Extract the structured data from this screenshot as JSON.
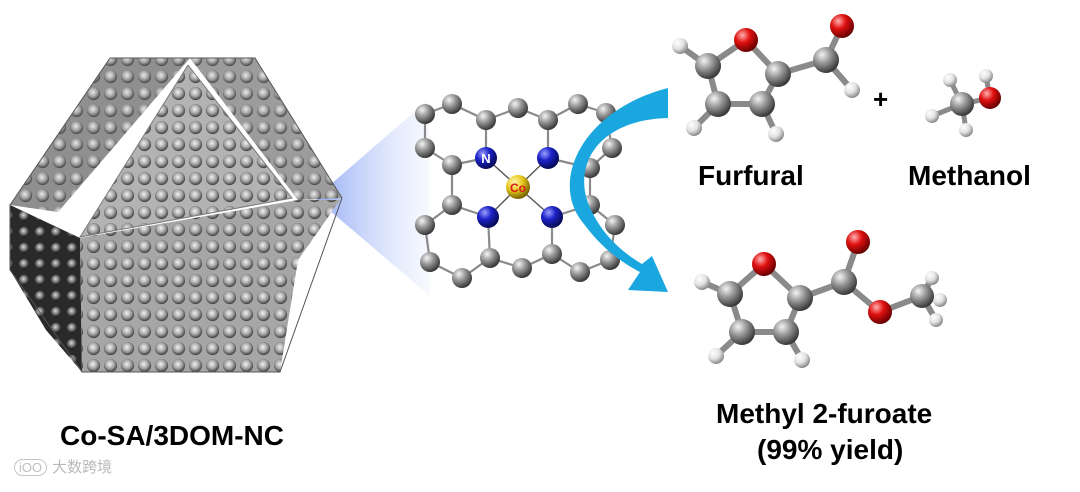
{
  "catalyst": {
    "label": "Co-SA/3DOM-NC"
  },
  "active_site": {
    "metal_label": "Co",
    "nitrogen_label": "N"
  },
  "reactants": {
    "furfural": "Furfural",
    "plus": "+",
    "methanol": "Methanol"
  },
  "product": {
    "name": "Methyl 2-furoate",
    "yield": "(99% yield)"
  },
  "watermark": {
    "logo": "iOO",
    "text": "大数跨境"
  },
  "colors": {
    "carbon": "#8a8a8a",
    "nitrogen": "#1c22c8",
    "oxygen": "#e01010",
    "hydrogen": "#e6e6e6",
    "cobalt": "#e8c81e",
    "arrow": "#1aa7e0"
  }
}
